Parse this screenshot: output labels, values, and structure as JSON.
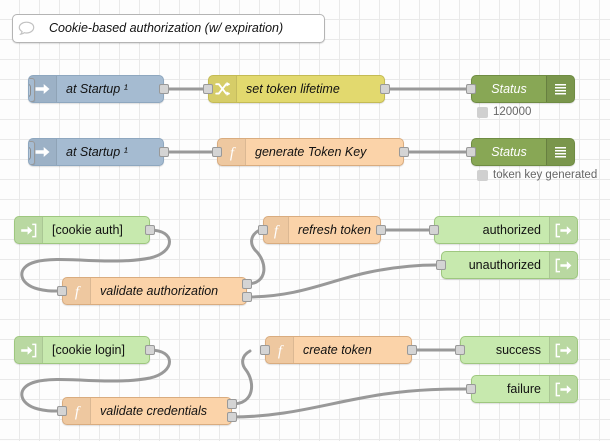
{
  "editor": {
    "name": "node-red-flow-canvas",
    "grid_size": 20,
    "background": "#fdfdfd",
    "grid_color": "#e9e9e9"
  },
  "palette": {
    "inject": "#a5bbd1",
    "change": "#e2d96e",
    "function": "#fbd3a9",
    "debug": "#88a755",
    "link": "#c7e9ae",
    "comment": "#ffffff",
    "wire": "#999999",
    "port": "#d4d4d4"
  },
  "comment": {
    "icon": "comment-bubble-icon",
    "text": "Cookie-based authorization (w/ expiration)"
  },
  "nodes": [
    {
      "id": "inject1",
      "type": "inject",
      "icon": "inject-arrow-icon",
      "label": "at Startup ¹"
    },
    {
      "id": "change1",
      "type": "change",
      "icon": "shuffle-icon",
      "label": "set token lifetime"
    },
    {
      "id": "debug1",
      "type": "debug",
      "icon": "debug-lines-icon",
      "label": "Status",
      "status": "120000"
    },
    {
      "id": "inject2",
      "type": "inject",
      "icon": "inject-arrow-icon",
      "label": "at Startup ¹"
    },
    {
      "id": "func1",
      "type": "function",
      "icon": "function-f-icon",
      "label": "generate Token Key"
    },
    {
      "id": "debug2",
      "type": "debug",
      "icon": "debug-lines-icon",
      "label": "Status",
      "status": "token key generated"
    },
    {
      "id": "linkin1",
      "type": "link-in",
      "icon": "link-in-icon",
      "label": "[cookie auth]"
    },
    {
      "id": "func2",
      "type": "function",
      "icon": "function-f-icon",
      "label": "validate authorization"
    },
    {
      "id": "func3",
      "type": "function",
      "icon": "function-f-icon",
      "label": "refresh token"
    },
    {
      "id": "linkout1",
      "type": "link-out",
      "icon": "link-out-icon",
      "label": "authorized"
    },
    {
      "id": "linkout2",
      "type": "link-out",
      "icon": "link-out-icon",
      "label": "unauthorized"
    },
    {
      "id": "linkin2",
      "type": "link-in",
      "icon": "link-in-icon",
      "label": "[cookie login]"
    },
    {
      "id": "func4",
      "type": "function",
      "icon": "function-f-icon",
      "label": "validate credentials"
    },
    {
      "id": "func5",
      "type": "function",
      "icon": "function-f-icon",
      "label": "create token"
    },
    {
      "id": "linkout3",
      "type": "link-out",
      "icon": "link-out-icon",
      "label": "success"
    },
    {
      "id": "linkout4",
      "type": "link-out",
      "icon": "link-out-icon",
      "label": "failure"
    }
  ]
}
